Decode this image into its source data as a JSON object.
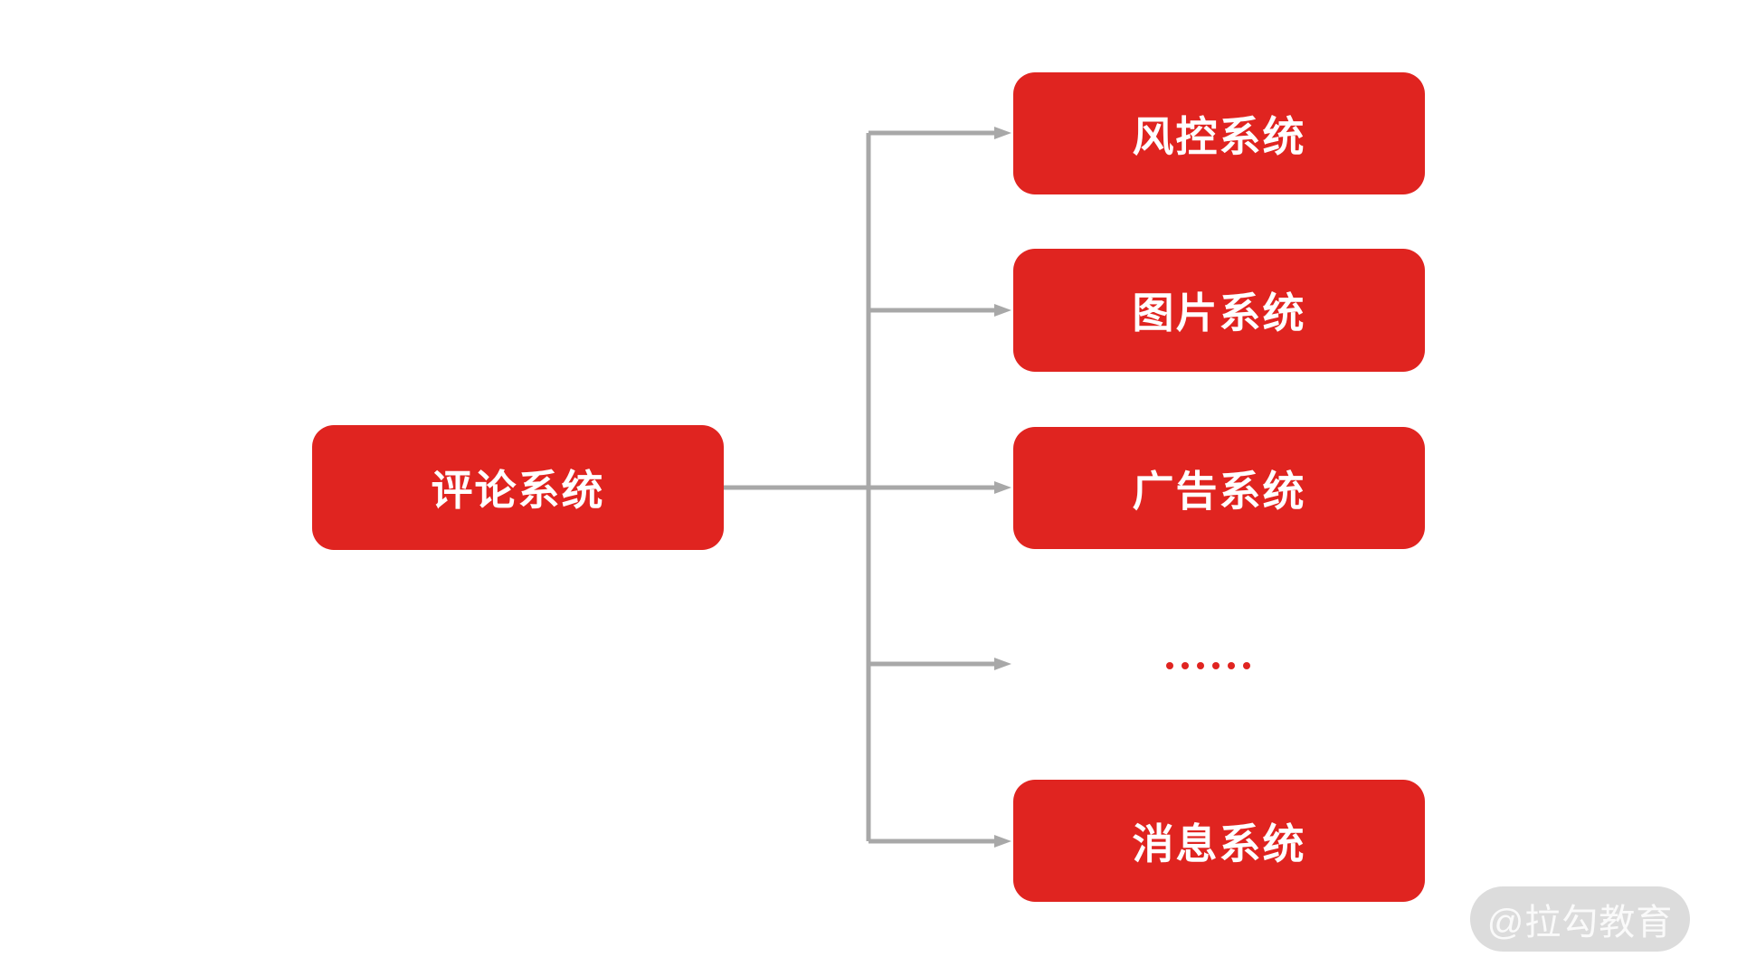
{
  "diagram": {
    "root": {
      "label": "评论系统"
    },
    "targets": [
      {
        "label": "风控系统"
      },
      {
        "label": "图片系统"
      },
      {
        "label": "广告系统"
      },
      {
        "label": "……",
        "type": "ellipsis",
        "dot_count": 6
      },
      {
        "label": "消息系统"
      }
    ],
    "colors": {
      "node_fill": "#e02420",
      "node_text": "#ffffff",
      "connector": "#a8a8a8",
      "ellipsis_dot": "#e02420",
      "watermark_bg": "#dcdcdc",
      "watermark_text": "#fafafa"
    }
  },
  "watermark": {
    "label": "@拉勾教育"
  }
}
